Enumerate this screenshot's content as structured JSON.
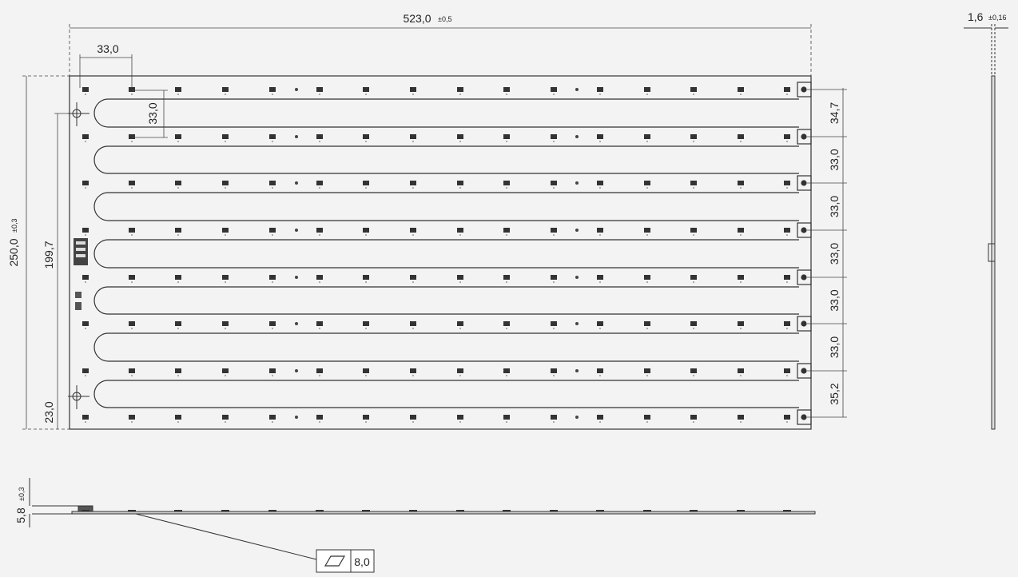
{
  "drawing": {
    "overall_width": {
      "value": "523,0",
      "tol": "±0,5"
    },
    "overall_height": {
      "value": "250,0",
      "tol": "±0,3"
    },
    "thickness": {
      "value": "1,6",
      "tol": "±0,16"
    },
    "led_pitch_x": "33,0",
    "led_pitch_y": "33,0",
    "mount_hole_span": "199,7",
    "mount_hole_offset": "23,0",
    "component_height": {
      "value": "5,8",
      "tol": "±0,3"
    },
    "flatness": "8,0",
    "row_spacings": [
      "34,7",
      "33,0",
      "33,0",
      "33,0",
      "33,0",
      "33,0",
      "35,2"
    ]
  }
}
